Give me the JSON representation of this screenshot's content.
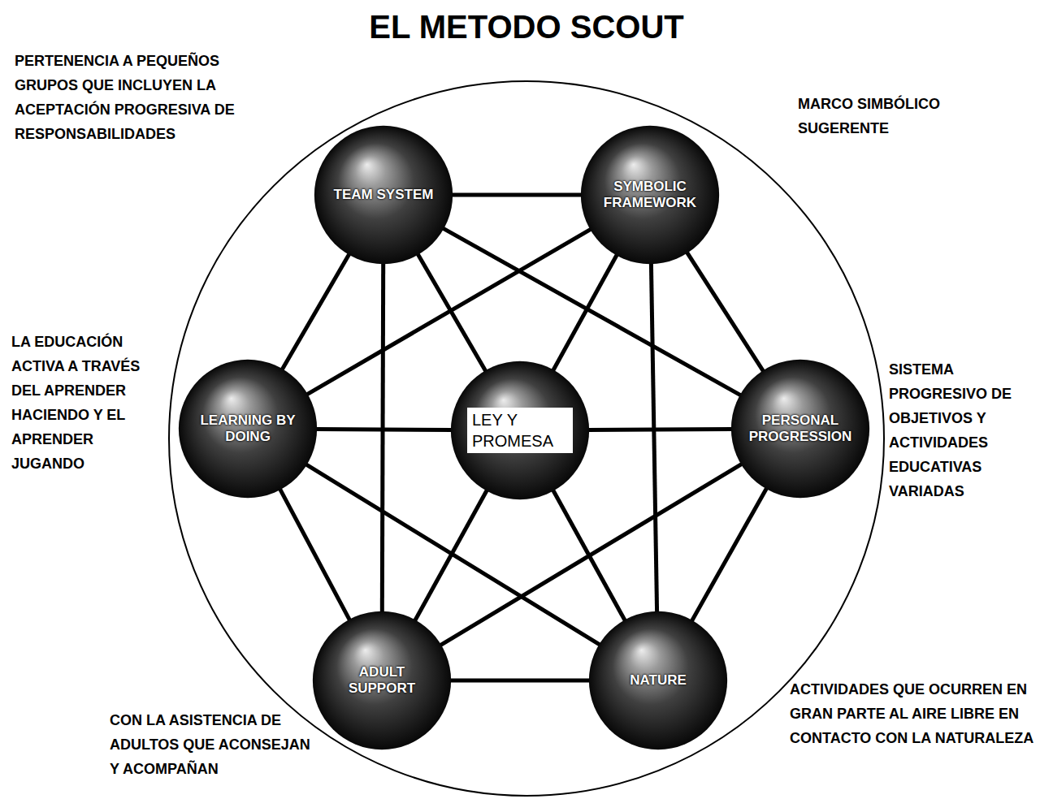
{
  "diagram": {
    "title": "EL METODO SCOUT",
    "nodes": [
      {
        "text": [
          "TEAM SYSTEM"
        ]
      },
      {
        "text": [
          "SYMBOLIC FRAMEWORK"
        ]
      },
      {
        "text": [
          "LEARNING BY DOING"
        ]
      },
      {
        "text": [
          "LEY Y PROMESA"
        ]
      },
      {
        "text": [
          "PERSONAL PROGRESSION"
        ]
      },
      {
        "text": [
          "ADULT SUPPORT"
        ]
      },
      {
        "text": [
          "NATURE"
        ]
      }
    ],
    "edges": [
      {
        "from": 0,
        "to": 1,
        "arrow": "none"
      },
      {
        "from": 0,
        "to": 2,
        "arrow": "none"
      },
      {
        "from": 0,
        "to": 3,
        "arrow": "none"
      },
      {
        "from": 0,
        "to": 4,
        "arrow": "none"
      },
      {
        "from": 0,
        "to": 5,
        "arrow": "none"
      },
      {
        "from": 1,
        "to": 2,
        "arrow": "none"
      },
      {
        "from": 1,
        "to": 3,
        "arrow": "none"
      },
      {
        "from": 1,
        "to": 4,
        "arrow": "none"
      },
      {
        "from": 1,
        "to": 6,
        "arrow": "none"
      },
      {
        "from": 2,
        "to": 3,
        "arrow": "none"
      },
      {
        "from": 2,
        "to": 5,
        "arrow": "none"
      },
      {
        "from": 2,
        "to": 6,
        "arrow": "none"
      },
      {
        "from": 3,
        "to": 4,
        "arrow": "none"
      },
      {
        "from": 3,
        "to": 5,
        "arrow": "none"
      },
      {
        "from": 3,
        "to": 6,
        "arrow": "none"
      },
      {
        "from": 4,
        "to": 5,
        "arrow": "none"
      },
      {
        "from": 4,
        "to": 6,
        "arrow": "none"
      },
      {
        "from": 5,
        "to": 6,
        "arrow": "none"
      }
    ],
    "labels": [
      "PERTENENCIA A PEQUEÑOS GRUPOS QUE INCLUYEN LA ACEPTACIÓN PROGRESIVA DE RESPONSABILIDADES",
      "MARCO SIMBÓLICO SUGERENTE",
      "LA EDUCACIÓN ACTIVA A TRAVÉS DEL APRENDER HACIENDO Y EL APRENDER JUGANDO",
      "SISTEMA PROGRESIVO DE OBJETIVOS Y ACTIVIDADES EDUCATIVAS VARIADAS",
      "CON LA ASISTENCIA DE ADULTOS QUE ACONSEJAN Y ACOMPAÑAN",
      "ACTIVIDADES QUE OCURREN EN GRAN PARTE AL AIRE LIBRE EN CONTACTO CON LA NATURALEZA"
    ]
  }
}
